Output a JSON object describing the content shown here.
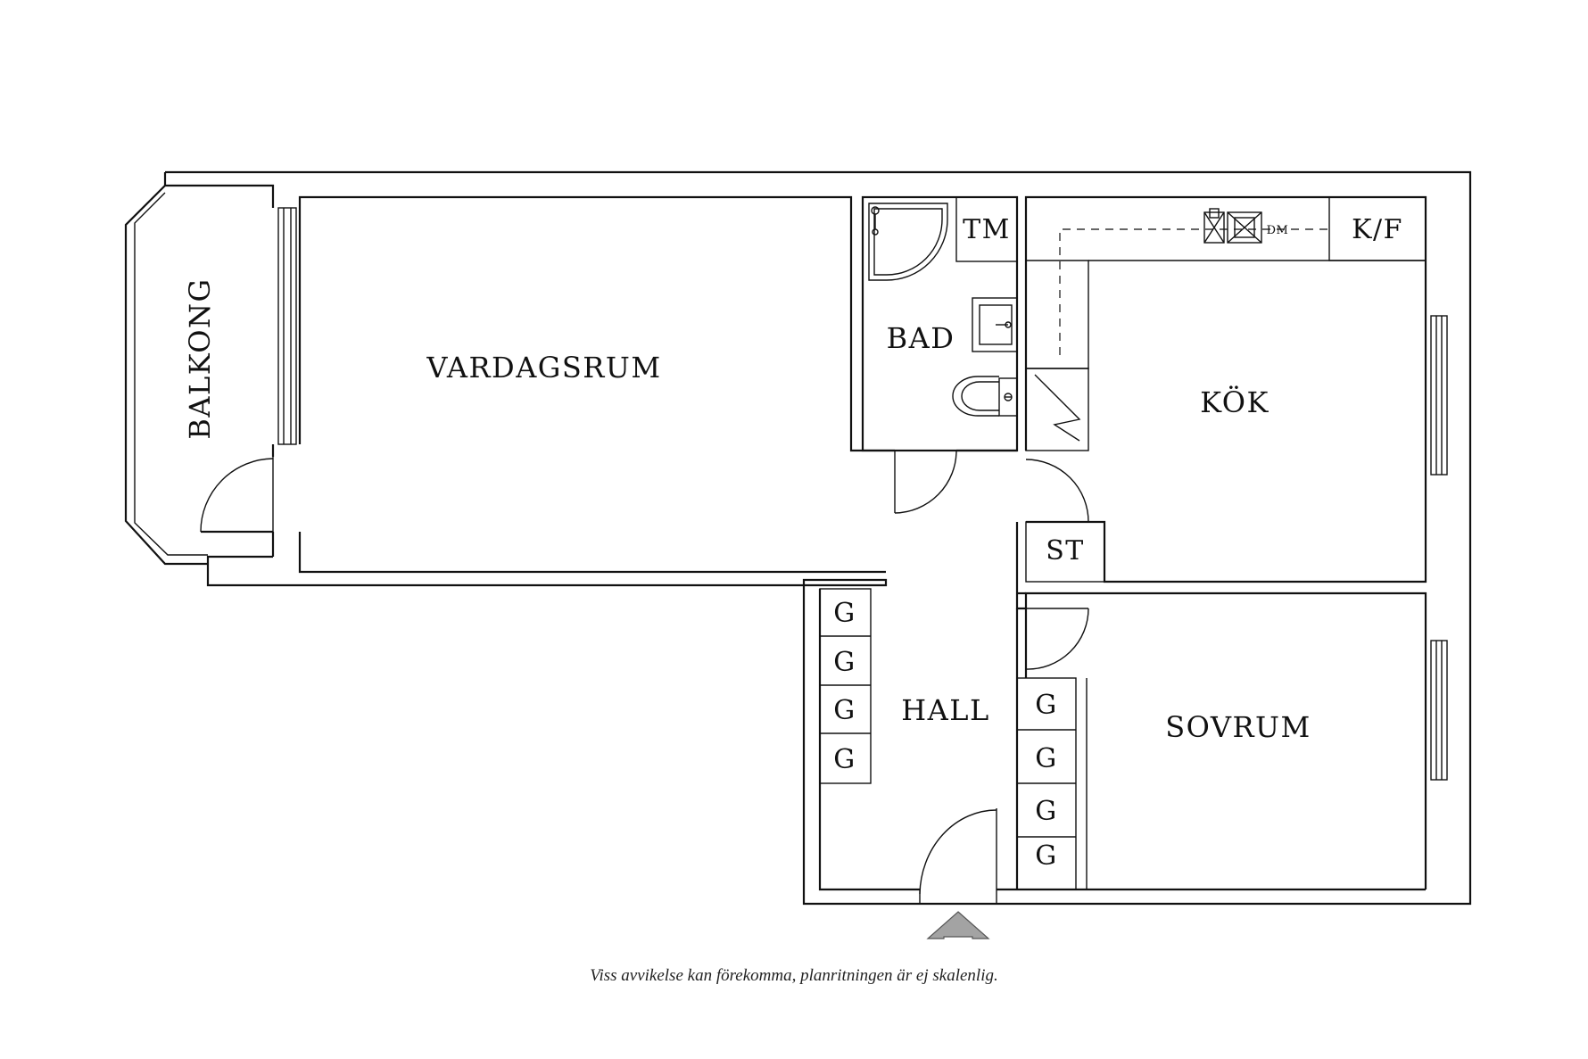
{
  "rooms": {
    "balcony": "BALKONG",
    "living_room": "VARDAGSRUM",
    "bathroom": "BAD",
    "washing_machine": "TM",
    "kitchen": "KÖK",
    "fridge_freezer": "K/F",
    "dishwasher": "DM",
    "storage": "ST",
    "hall": "HALL",
    "bedroom": "SOVRUM"
  },
  "wardrobe_label": "G",
  "disclaimer": "Viss avvikelse kan förekomma, planritningen är ej skalenlig.",
  "colors": {
    "walls": "#111111",
    "entrance_arrow": "#a3a3a3",
    "background": "#ffffff"
  }
}
